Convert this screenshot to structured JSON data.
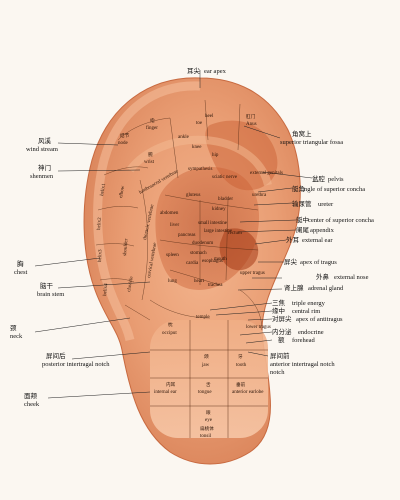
{
  "labels_left": [
    {
      "id": "wind-stream",
      "cn": "风溪",
      "en": "wind stream"
    },
    {
      "id": "shenmen",
      "cn": "神门",
      "en": "shenmen"
    },
    {
      "id": "chest",
      "cn": "胸",
      "en": "chest"
    },
    {
      "id": "brain-stem",
      "cn": "脑干",
      "en": "brain stem"
    },
    {
      "id": "neck",
      "cn": "颈",
      "en": "neck"
    },
    {
      "id": "posterior-intertragal-notch",
      "cn": "屏间后",
      "en": "posterior intertragal notch"
    },
    {
      "id": "cheek",
      "cn": "面颊",
      "en": "cheek"
    }
  ],
  "labels_right": [
    {
      "id": "ear-apex",
      "cn": "耳尖",
      "en": "ear apex"
    },
    {
      "id": "superior-triangular-fossa",
      "cn": "角窝上",
      "en": "superior triangular fossa"
    },
    {
      "id": "pelvis",
      "cn": "盆腔",
      "en": "pelvis"
    },
    {
      "id": "angle-superior-concha",
      "cn": "艇角",
      "en": "ngle of superior concha"
    },
    {
      "id": "ureter",
      "cn": "输尿管",
      "en": "ureter"
    },
    {
      "id": "center-superior-concha",
      "cn": "艇中",
      "en": "center of superior concha"
    },
    {
      "id": "appendix",
      "cn": "阑尾",
      "en": "appendix"
    },
    {
      "id": "external-ear",
      "cn": "外耳",
      "en": "external ear"
    },
    {
      "id": "apex-of-tragus",
      "cn": "屏尖",
      "en": "apex of tragus"
    },
    {
      "id": "external-nose",
      "cn": "外鼻",
      "en": "external nose"
    },
    {
      "id": "adrenal-gland",
      "cn": "肾上腺",
      "en": "adrenal gland"
    },
    {
      "id": "triple-energy",
      "cn": "三焦",
      "en": "triple energy"
    },
    {
      "id": "central-rim",
      "cn": "缘中",
      "en": "central rim"
    },
    {
      "id": "apex-of-antitragus",
      "cn": "对屏尖",
      "en": "apex of antitragus"
    },
    {
      "id": "endocrine",
      "cn": "内分泌",
      "en": "endocrine"
    },
    {
      "id": "forehead",
      "cn": "额",
      "en": "forehead"
    },
    {
      "id": "anterior-intertragal-notch",
      "cn": "屏间前",
      "en": "anterior intertragal notch"
    }
  ],
  "zones": [
    {
      "id": "finger",
      "cn": "指",
      "en": "finger"
    },
    {
      "id": "node",
      "cn": "结节",
      "en": "node"
    },
    {
      "id": "wrist",
      "cn": "腕",
      "en": "wrist"
    },
    {
      "id": "elbow",
      "cn": "肘",
      "en": "elbow"
    },
    {
      "id": "shoulder",
      "cn": "肩",
      "en": "shoulder"
    },
    {
      "id": "clavicle",
      "cn": "锁骨",
      "en": "clavicle"
    },
    {
      "id": "helix1",
      "cn": "轮1",
      "en": "helix1"
    },
    {
      "id": "helix2",
      "cn": "轮2",
      "en": "helix2"
    },
    {
      "id": "helix3",
      "cn": "轮3",
      "en": "helix3"
    },
    {
      "id": "helix4",
      "cn": "轮4",
      "en": "helix4"
    },
    {
      "id": "anus",
      "cn": "肛门",
      "en": "Anus"
    },
    {
      "id": "ankle",
      "cn": "踝",
      "en": "ankle"
    },
    {
      "id": "toe",
      "cn": "趾",
      "en": "toe"
    },
    {
      "id": "heel",
      "cn": "跟",
      "en": "heel"
    },
    {
      "id": "knee",
      "cn": "膝",
      "en": "knee"
    },
    {
      "id": "hip",
      "cn": "髋",
      "en": "hip"
    },
    {
      "id": "sciatic-nerve",
      "cn": "坐骨神经",
      "en": "sciatic nerve"
    },
    {
      "id": "sympathesis",
      "cn": "交感",
      "en": "sympathesis"
    },
    {
      "id": "gluteus",
      "cn": "臀",
      "en": "gluteus"
    },
    {
      "id": "lumbosacral-vertebrae",
      "cn": "腰骶椎",
      "en": "lumbosacral vertebrae"
    },
    {
      "id": "thoracic-vertebrae",
      "cn": "胸椎",
      "en": "thoracic vertebrae"
    },
    {
      "id": "cervical-vertebrae",
      "cn": "颈椎",
      "en": "cervical vertebrae"
    },
    {
      "id": "abdomen",
      "cn": "腹",
      "en": "abdomen"
    },
    {
      "id": "kidney",
      "cn": "肾",
      "en": "kidney"
    },
    {
      "id": "bladder",
      "cn": "膀胱",
      "en": "bladder"
    },
    {
      "id": "external-genitals",
      "cn": "外生殖器",
      "en": "external genitals"
    },
    {
      "id": "urethra",
      "cn": "尿道",
      "en": "urethra"
    },
    {
      "id": "rectum",
      "cn": "直肠",
      "en": "rectum"
    },
    {
      "id": "liver",
      "cn": "肝",
      "en": "liver"
    },
    {
      "id": "pancreas",
      "cn": "胰胆",
      "en": "pancreas"
    },
    {
      "id": "small-intestine",
      "cn": "小肠",
      "en": "small intestine"
    },
    {
      "id": "large-intestine",
      "cn": "大肠",
      "en": "large intestine"
    },
    {
      "id": "duodenum",
      "cn": "十二指肠",
      "en": "duodenum"
    },
    {
      "id": "stomach",
      "cn": "胃",
      "en": "stomach"
    },
    {
      "id": "cardia",
      "cn": "贲门",
      "en": "cardia"
    },
    {
      "id": "esophagus",
      "cn": "食道",
      "en": "esophagus"
    },
    {
      "id": "mouth",
      "cn": "口",
      "en": "mouth"
    },
    {
      "id": "spleen",
      "cn": "脾",
      "en": "spleen"
    },
    {
      "id": "lung",
      "cn": "肺",
      "en": "lung"
    },
    {
      "id": "heart",
      "cn": "心",
      "en": "heart"
    },
    {
      "id": "trachea",
      "cn": "气管",
      "en": "trachea"
    },
    {
      "id": "upper-tragus",
      "cn": "上屏",
      "en": "upper tragus"
    },
    {
      "id": "lower-tragus",
      "cn": "下屏",
      "en": "lower tragus"
    },
    {
      "id": "occiput",
      "cn": "枕",
      "en": "occiput"
    },
    {
      "id": "temple",
      "cn": "颞",
      "en": "temple"
    },
    {
      "id": "jaw",
      "cn": "颌",
      "en": "jaw"
    },
    {
      "id": "tongue",
      "cn": "舌",
      "en": "tongue"
    },
    {
      "id": "tooth",
      "cn": "牙",
      "en": "tooth"
    },
    {
      "id": "internal-ear",
      "cn": "内耳",
      "en": "internal ear"
    },
    {
      "id": "eye",
      "cn": "眼",
      "en": "eye"
    },
    {
      "id": "anterior-earlobe",
      "cn": "垂前",
      "en": "anterior earlobe"
    },
    {
      "id": "tonsil",
      "cn": "扁桃体",
      "en": "tonsil"
    }
  ]
}
